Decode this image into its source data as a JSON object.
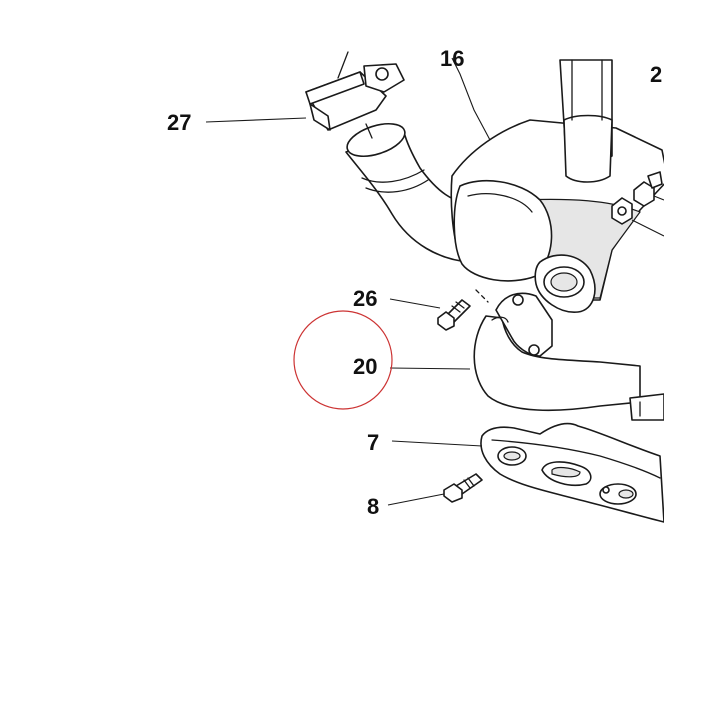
{
  "callouts": {
    "c27": "27",
    "c16": "16",
    "c2x": "2",
    "c26": "26",
    "c20": "20",
    "c7": "7",
    "c8": "8"
  },
  "highlight": {
    "color": "#cc3333",
    "target": "20"
  },
  "colors": {
    "ink": "#1a1a1a",
    "paper": "#ffffff",
    "tint": "#e6e6e6"
  }
}
